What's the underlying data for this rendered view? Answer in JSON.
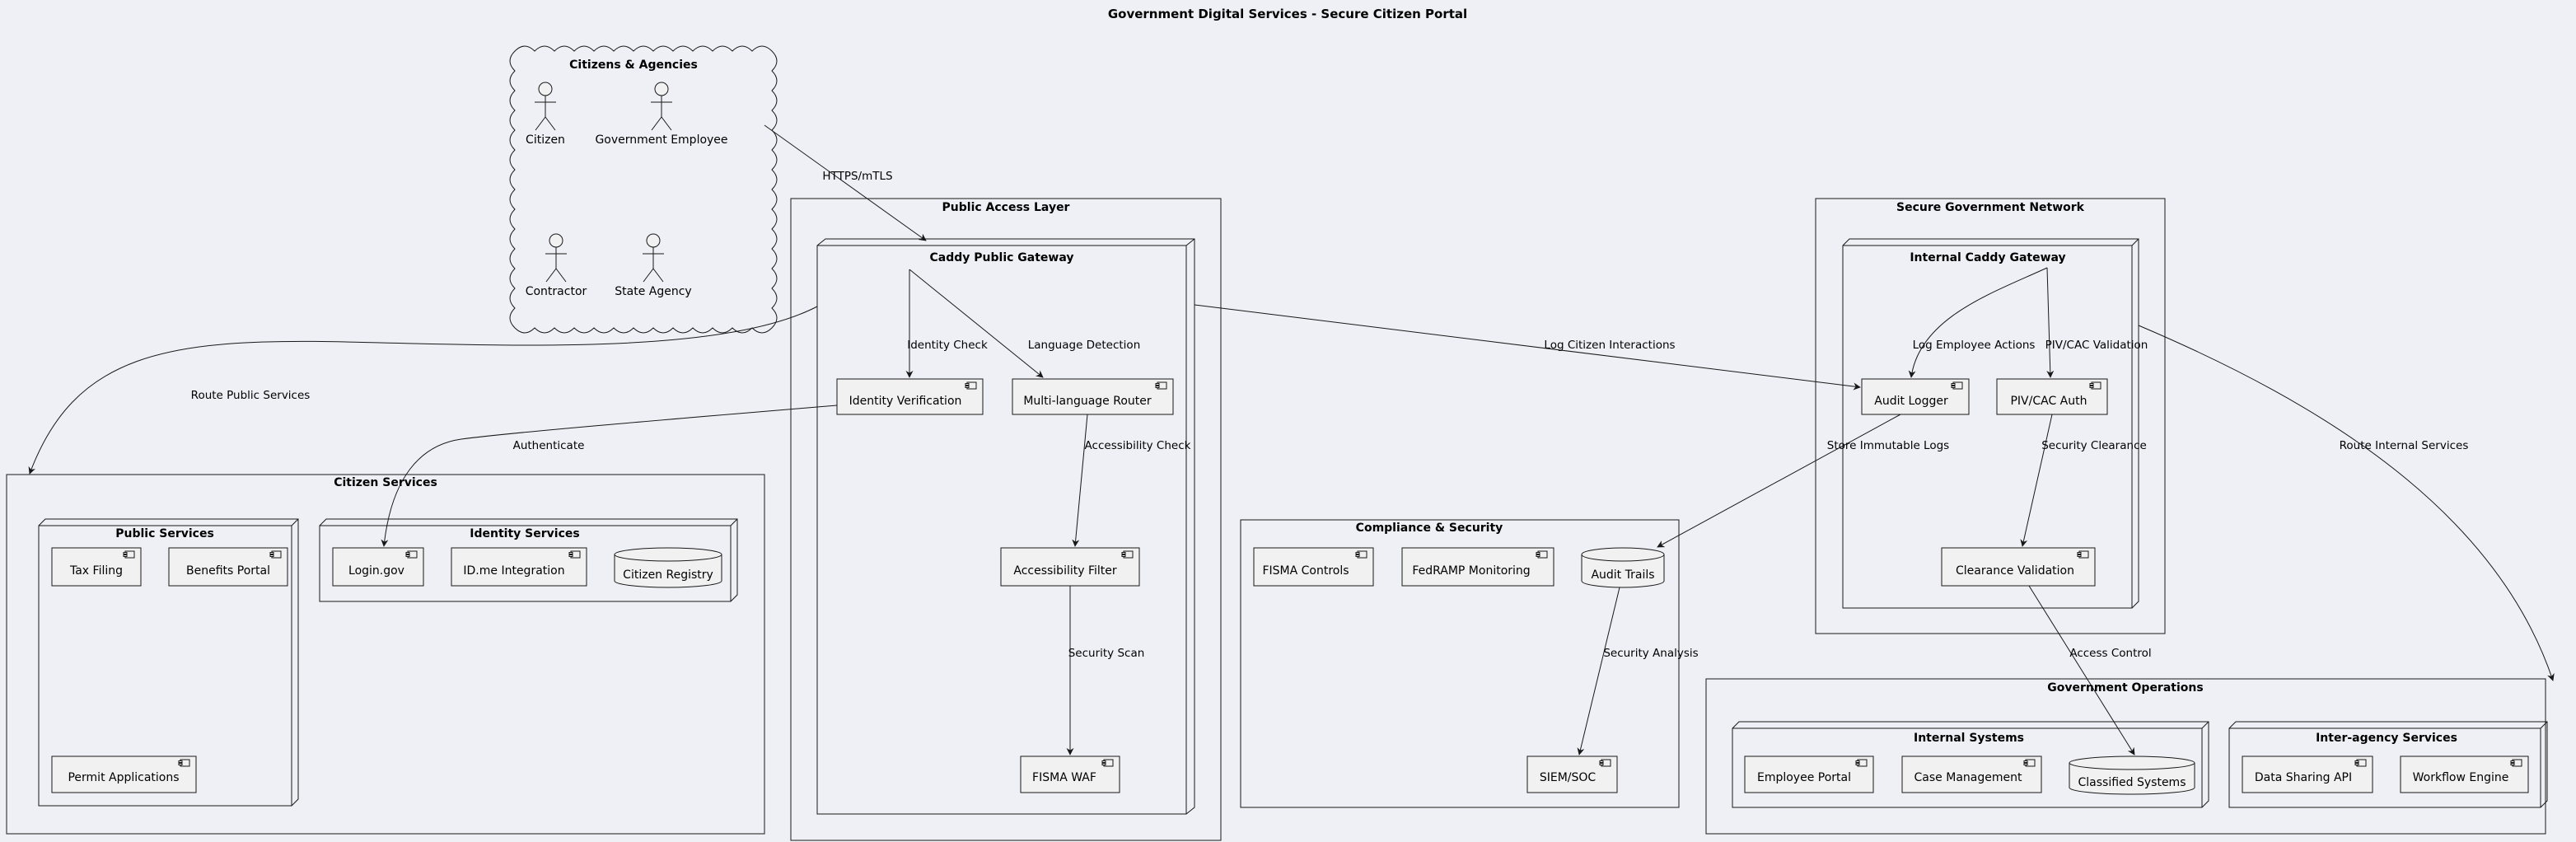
{
  "title": "Government Digital Services - Secure Citizen Portal",
  "cloud": {
    "title": "Citizens & Agencies",
    "actors": [
      "Citizen",
      "Government Employee",
      "Contractor",
      "State Agency"
    ]
  },
  "public_access": {
    "title": "Public Access Layer",
    "gateway": {
      "title": "Caddy Public Gateway",
      "components": {
        "identity_verification": "Identity Verification",
        "multilang_router": "Multi-language Router",
        "accessibility_filter": "Accessibility Filter",
        "fisma_waf": "FISMA WAF"
      }
    }
  },
  "citizen_services": {
    "title": "Citizen Services",
    "public_services": {
      "title": "Public Services",
      "components": [
        "Tax Filing",
        "Benefits Portal",
        "Permit Applications"
      ]
    },
    "identity_services": {
      "title": "Identity Services",
      "components": [
        "Login.gov",
        "ID.me Integration"
      ],
      "database": "Citizen Registry"
    }
  },
  "compliance": {
    "title": "Compliance & Security",
    "components": [
      "FISMA Controls",
      "FedRAMP Monitoring",
      "SIEM/SOC"
    ],
    "database": "Audit Trails"
  },
  "secure_network": {
    "title": "Secure Government Network",
    "gateway": {
      "title": "Internal Caddy Gateway",
      "components": [
        "Audit Logger",
        "PIV/CAC Auth",
        "Clearance Validation"
      ]
    }
  },
  "gov_operations": {
    "title": "Government Operations",
    "internal_systems": {
      "title": "Internal Systems",
      "components": [
        "Employee Portal",
        "Case Management"
      ],
      "database": "Classified Systems"
    },
    "interagency": {
      "title": "Inter-agency Services",
      "components": [
        "Data Sharing API",
        "Workflow Engine"
      ]
    }
  },
  "edges": {
    "https": "HTTPS/mTLS",
    "route_public": "Route Public Services",
    "log_citizen": "Log Citizen Interactions",
    "identity_check": "Identity Check",
    "language_detection": "Language Detection",
    "authenticate": "Authenticate",
    "accessibility_check": "Accessibility Check",
    "security_scan": "Security Scan",
    "log_employee": "Log Employee Actions",
    "piv_validation": "PIV/CAC Validation",
    "store_logs": "Store Immutable Logs",
    "security_clearance": "Security Clearance",
    "route_internal": "Route Internal Services",
    "security_analysis": "Security Analysis",
    "access_control": "Access Control"
  }
}
